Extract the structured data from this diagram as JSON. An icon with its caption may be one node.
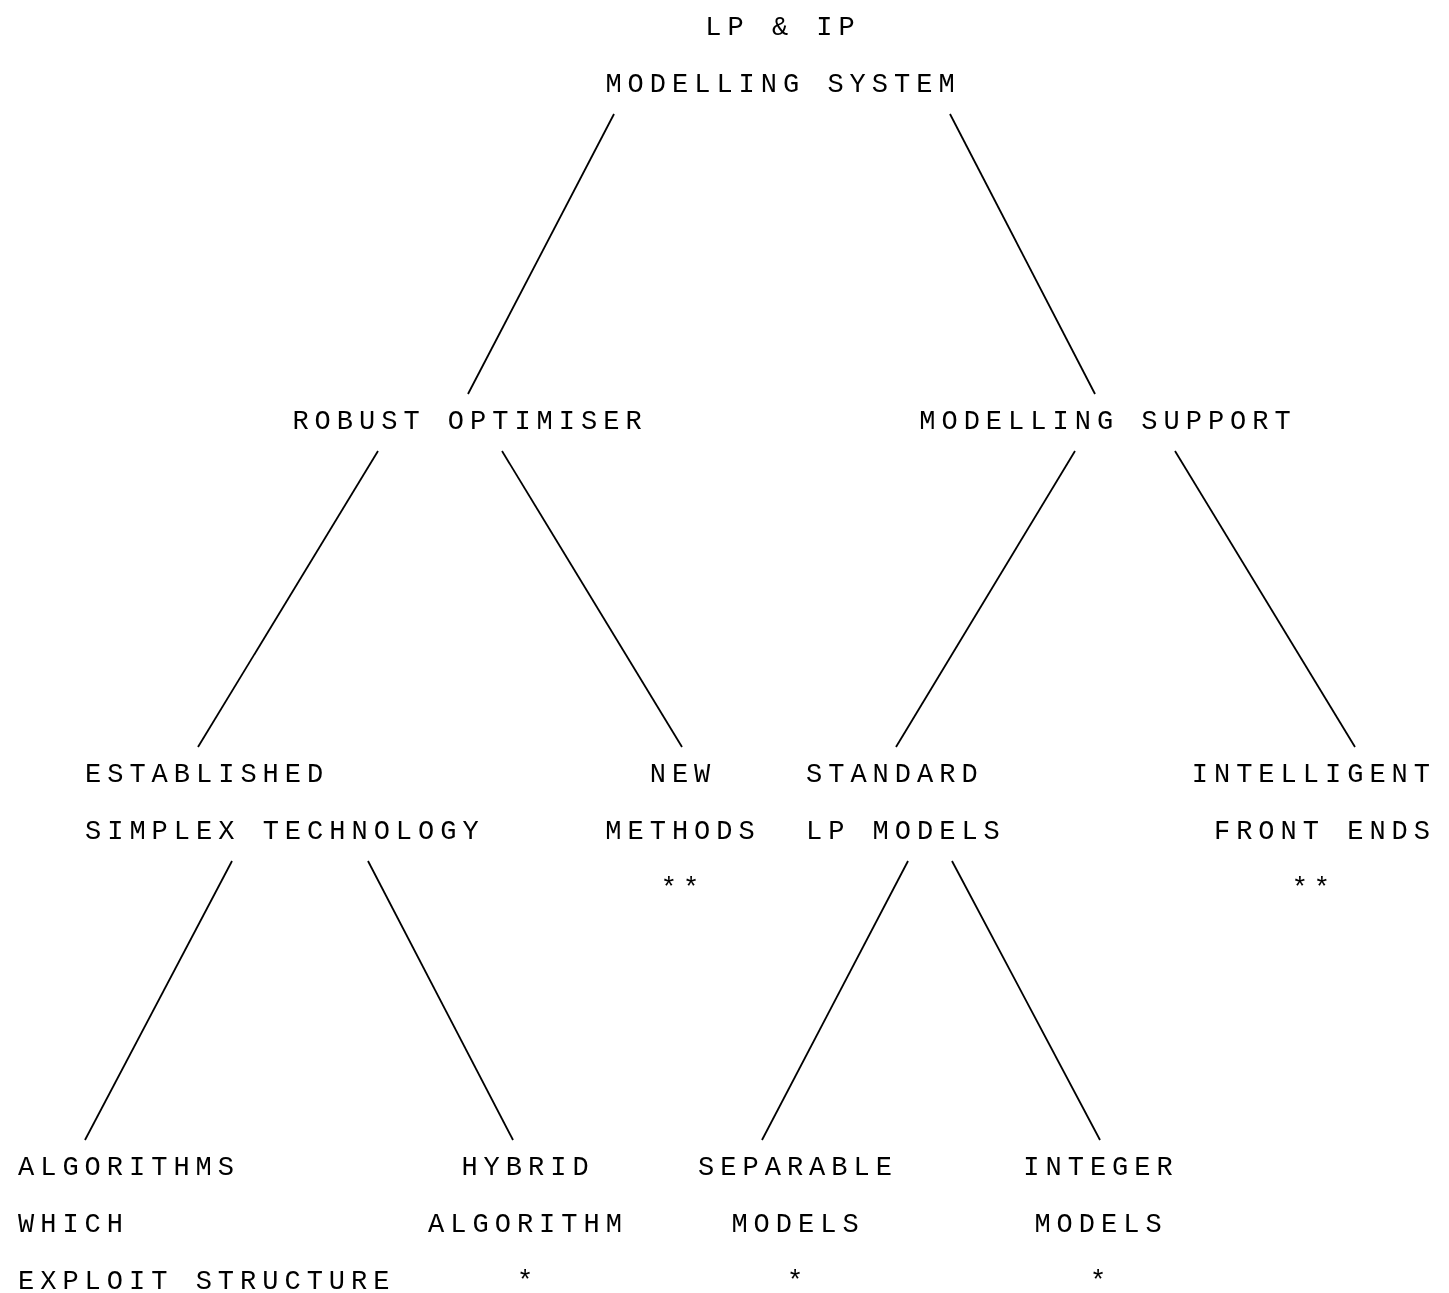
{
  "diagram": {
    "nodes": [
      {
        "text": [
          "LP & IP MODELLING SYSTEM"
        ]
      },
      {
        "text": [
          "ROBUST OPTIMISER"
        ]
      },
      {
        "text": [
          "MODELLING SUPPORT"
        ]
      },
      {
        "text": [
          "ESTABLISHED SIMPLEX TECHNOLOGY"
        ]
      },
      {
        "text": [
          "NEW METHODS"
        ],
        "beside": [
          "**"
        ]
      },
      {
        "text": [
          "STANDARD LP MODELS"
        ]
      },
      {
        "text": [
          "INTELLIGENT FRONT ENDS"
        ],
        "beside": [
          "**"
        ]
      },
      {
        "text": [
          "ALGORITHMS WHICH EXPLOIT STRUCTURE"
        ]
      },
      {
        "text": [
          "HYBRID ALGORITHM"
        ],
        "beside": [
          "*"
        ]
      },
      {
        "text": [
          "SEPARABLE MODELS"
        ],
        "beside": [
          "*"
        ]
      },
      {
        "text": [
          "INTEGER MODELS"
        ],
        "beside": [
          "*"
        ]
      }
    ],
    "edges": [
      {
        "from": 0,
        "to": 1,
        "arrow": "none"
      },
      {
        "from": 0,
        "to": 2,
        "arrow": "none"
      },
      {
        "from": 1,
        "to": 3,
        "arrow": "none"
      },
      {
        "from": 1,
        "to": 4,
        "arrow": "none"
      },
      {
        "from": 2,
        "to": 5,
        "arrow": "none"
      },
      {
        "from": 2,
        "to": 6,
        "arrow": "none"
      },
      {
        "from": 3,
        "to": 7,
        "arrow": "none"
      },
      {
        "from": 3,
        "to": 8,
        "arrow": "none"
      },
      {
        "from": 5,
        "to": 9,
        "arrow": "none"
      },
      {
        "from": 5,
        "to": 10,
        "arrow": "none"
      }
    ]
  }
}
